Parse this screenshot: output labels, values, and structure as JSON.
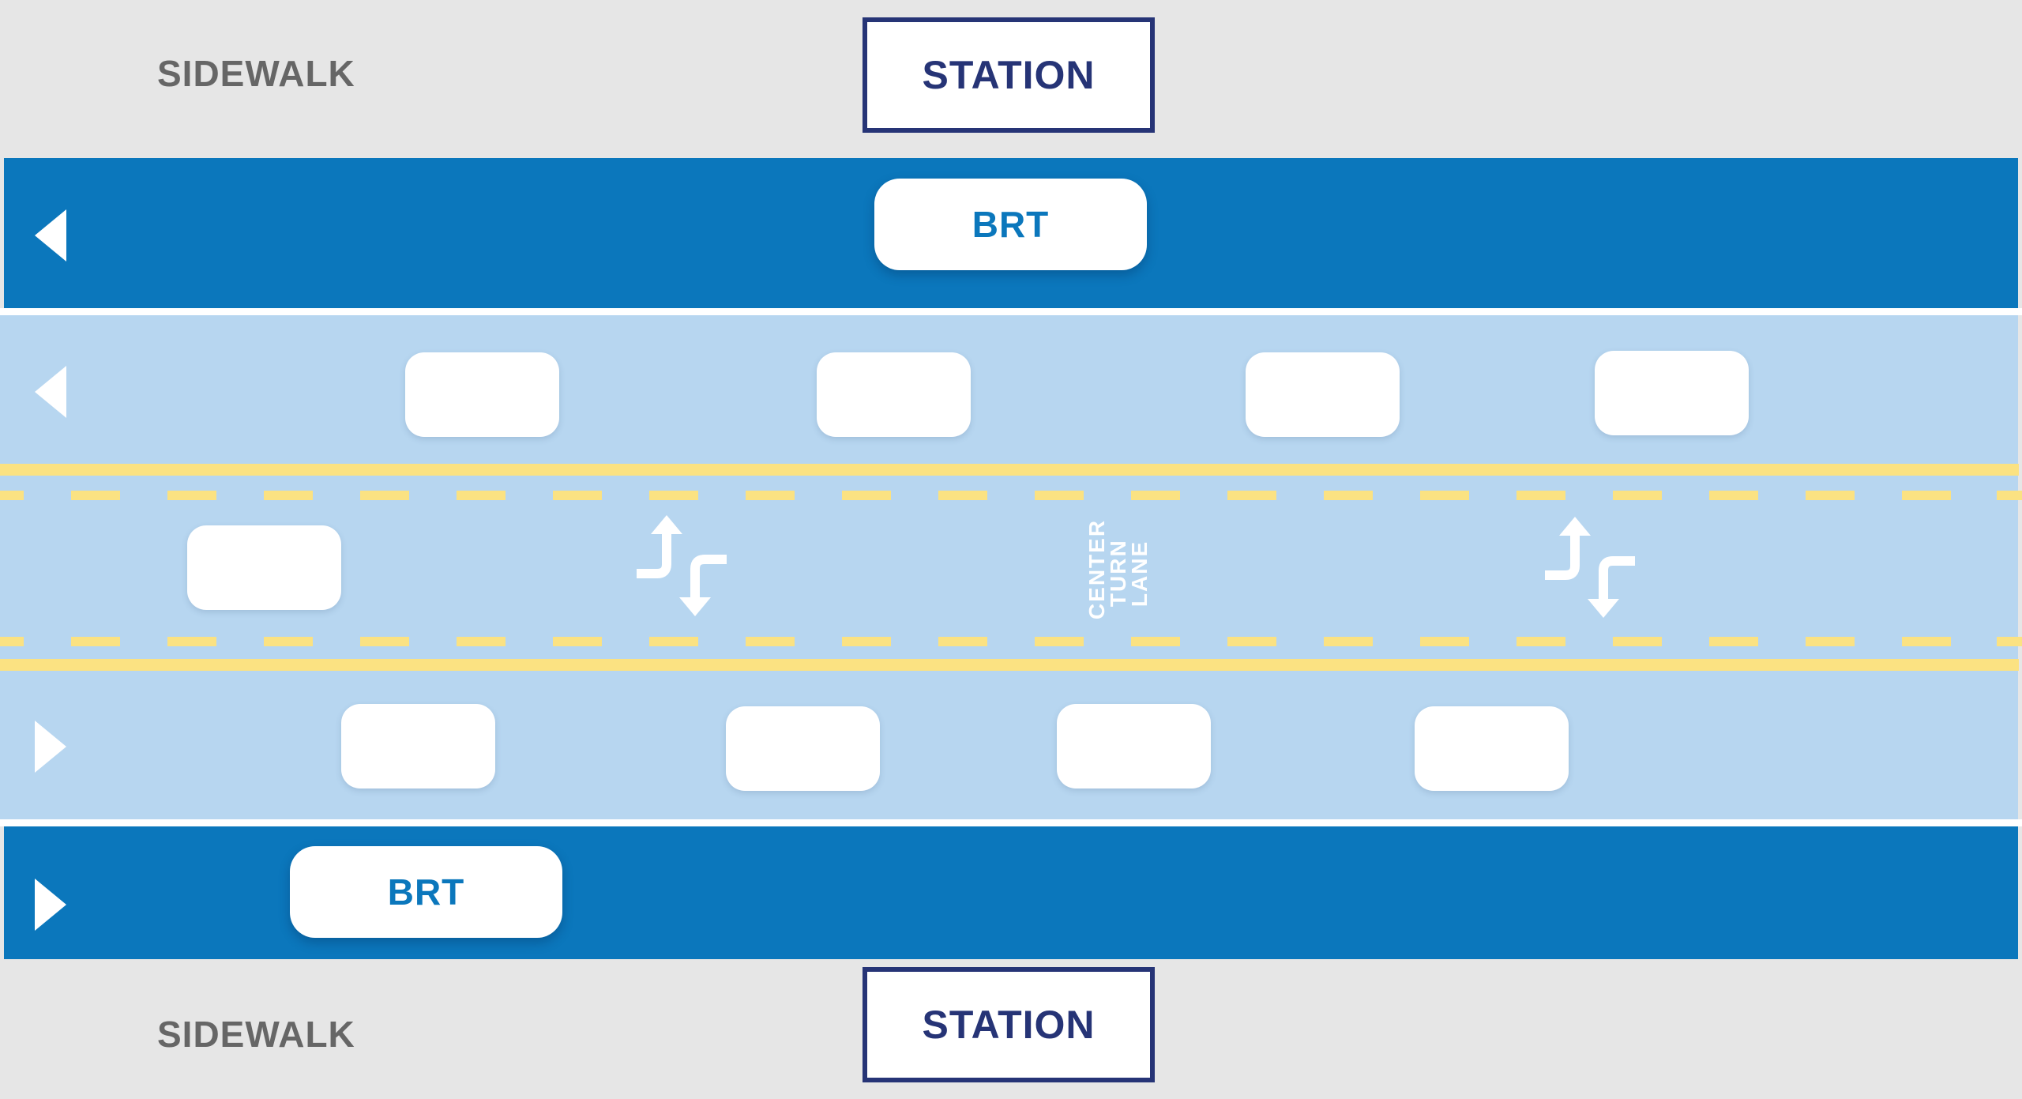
{
  "sidewalks": {
    "top_label": "SIDEWALK",
    "bottom_label": "SIDEWALK"
  },
  "stations": {
    "top_label": "STATION",
    "bottom_label": "STATION"
  },
  "brt": {
    "top_bus_label": "BRT",
    "bottom_bus_label": "BRT"
  },
  "center_lane": {
    "lines": [
      "CENTER",
      "TURN",
      "LANE"
    ]
  },
  "icons": {
    "direction": [
      "triangle-left-icon",
      "triangle-right-icon"
    ],
    "turn": "two-way-turn-arrows-icon"
  },
  "colors": {
    "sidewalk": "#e6e6e6",
    "brt_lane": "#0b77bc",
    "general_lane": "#b7d6f0",
    "lane_marking": "#fbe282",
    "station_border": "#263476",
    "sidewalk_text": "#666666"
  }
}
